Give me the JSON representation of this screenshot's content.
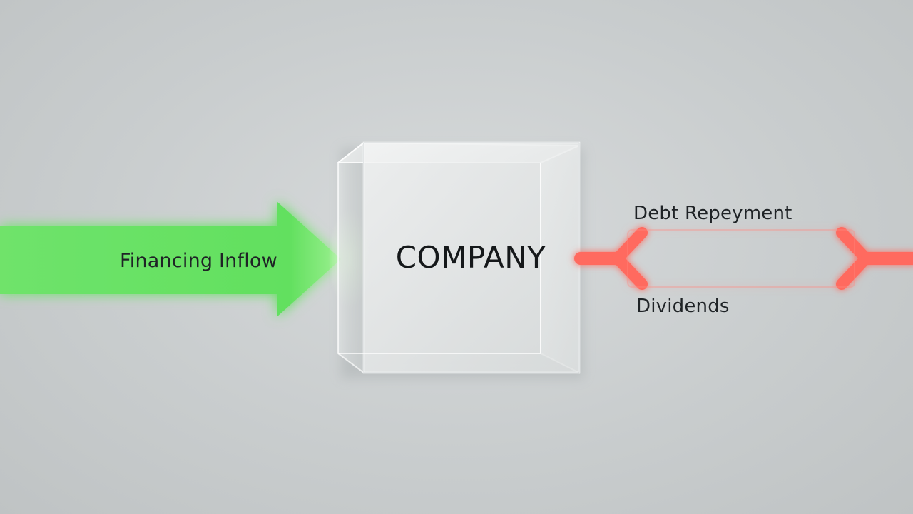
{
  "diagram": {
    "inflow": {
      "label": "Financing Inflow",
      "color": "#5fe05c"
    },
    "entity": {
      "label": "COMPANY"
    },
    "outflows": [
      {
        "label": "Debt Repeyment",
        "color": "#ff6a5e"
      },
      {
        "label": "Dividends",
        "color": "#ff6a5e"
      }
    ]
  }
}
